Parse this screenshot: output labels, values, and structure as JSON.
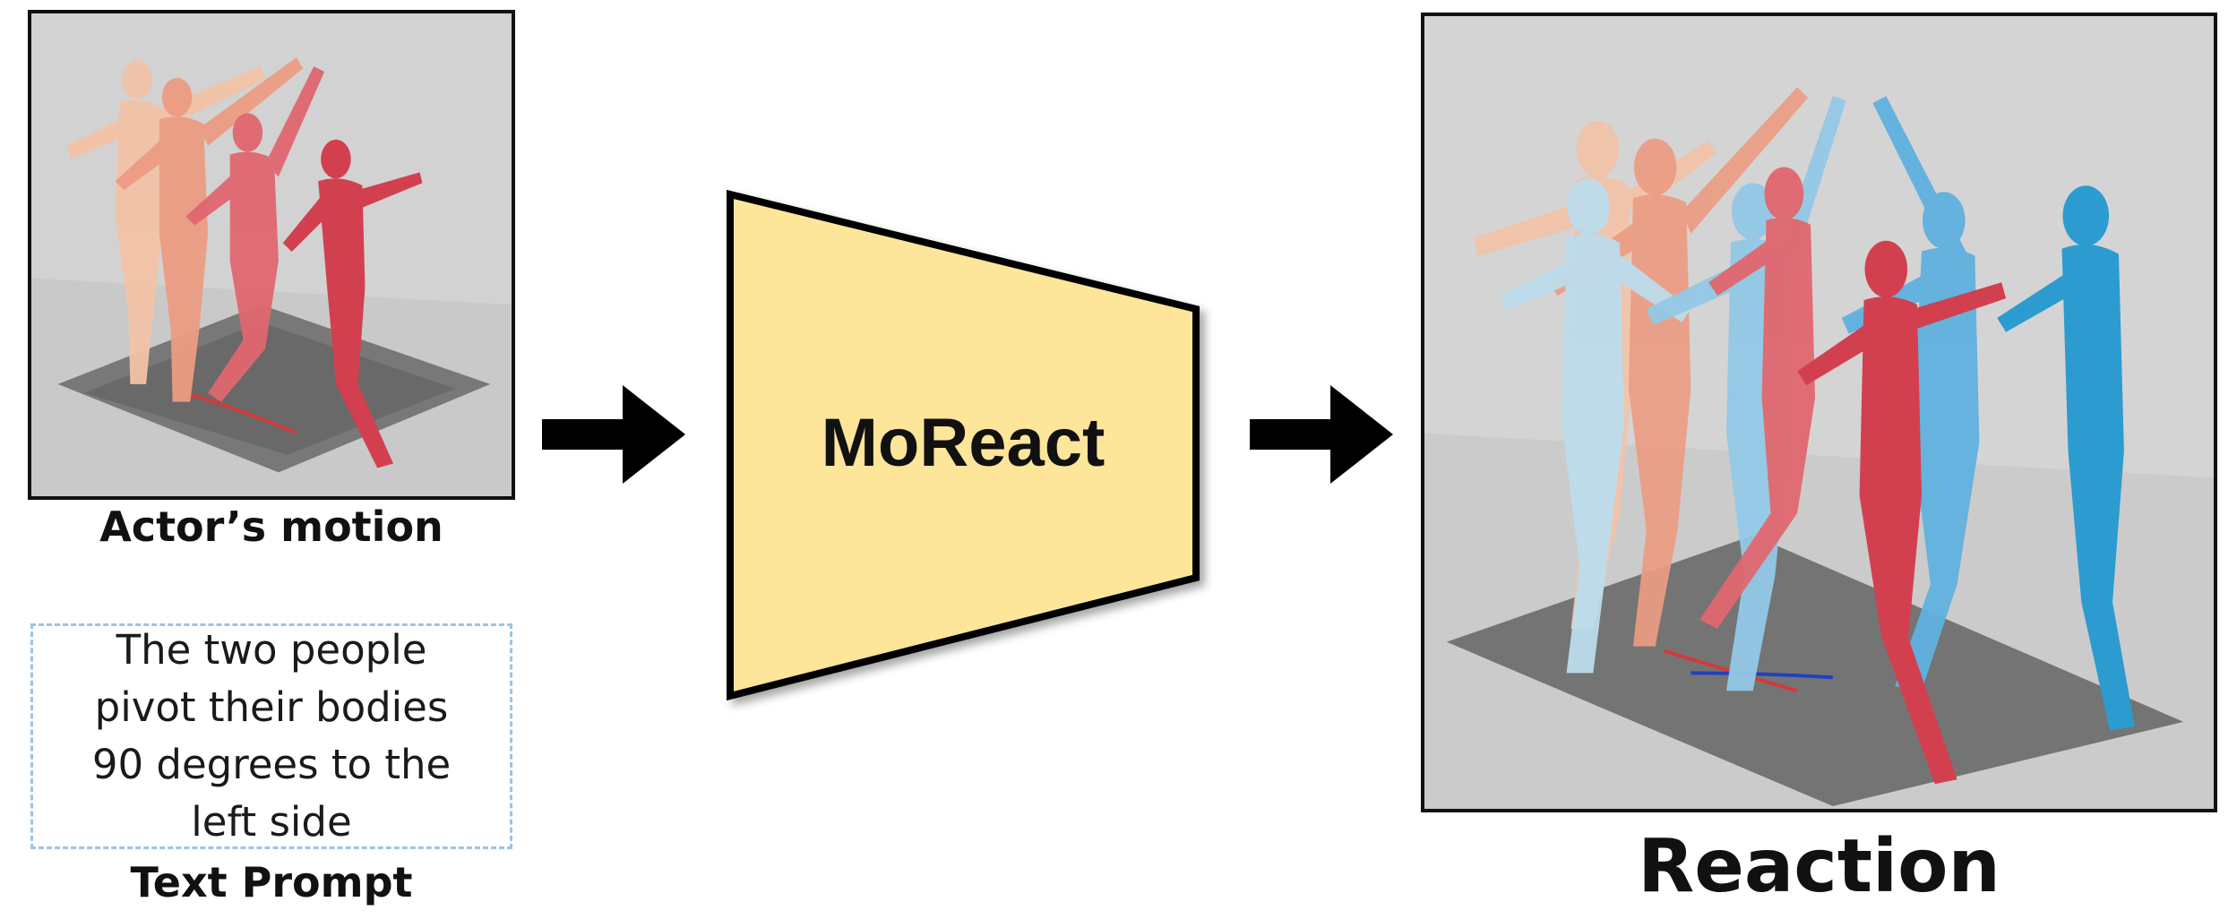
{
  "actor": {
    "caption": "Actor’s motion",
    "image": {
      "figure_colors": [
        "#f2c3a7",
        "#ec9c82",
        "#e0676f",
        "#d2404f"
      ],
      "floor_color": "#707070",
      "background": "#d2d2d2"
    }
  },
  "prompt": {
    "text": "The two people\npivot their bodies\n90 degrees to the\nleft side",
    "caption": "Text Prompt",
    "border_color": "#9cc3e6"
  },
  "model": {
    "label": "MoReact",
    "fill": "#fde59a"
  },
  "reaction": {
    "caption": "Reaction",
    "image": {
      "actor_colors": [
        "#f2c3a7",
        "#ec9c82",
        "#e0676f",
        "#d2404f"
      ],
      "reactor_colors": [
        "#bcdcec",
        "#92c8e6",
        "#5fb1de",
        "#2c9bd0"
      ],
      "floor_color": "#6e6e6e",
      "background": "#d4d4d4"
    }
  },
  "arrows": {
    "color": "#000000"
  }
}
